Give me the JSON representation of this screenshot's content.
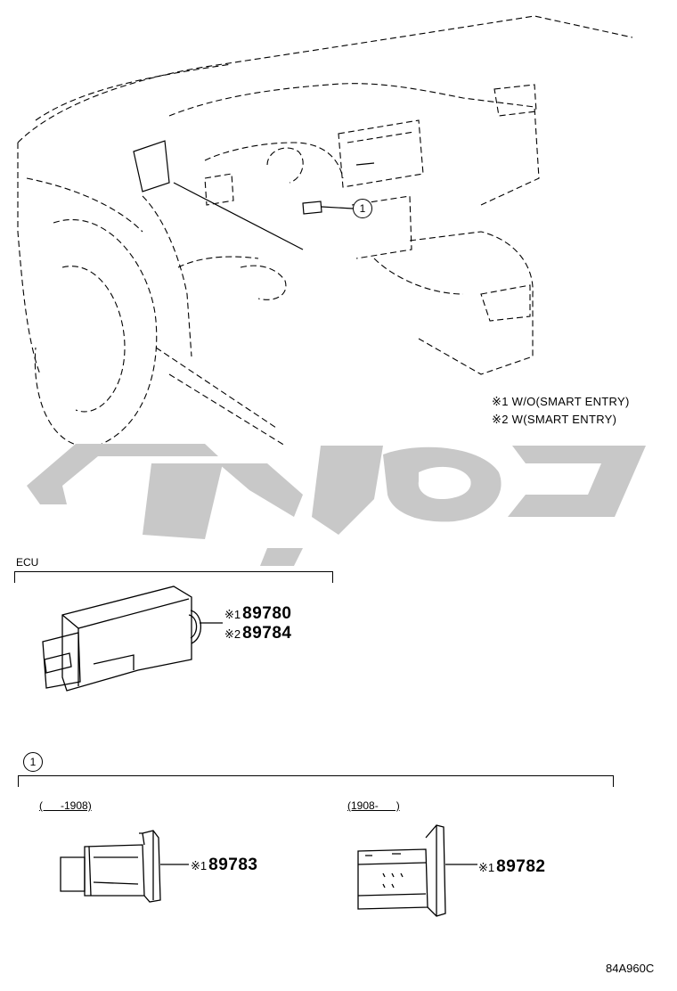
{
  "notes": [
    {
      "mark": "※1",
      "text": "W/O(SMART ENTRY)"
    },
    {
      "mark": "※2",
      "text": "W(SMART ENTRY)"
    }
  ],
  "callout_main": "1",
  "ecu": {
    "title": "ECU",
    "parts": [
      {
        "mark": "※1",
        "number": "89780"
      },
      {
        "mark": "※2",
        "number": "89784"
      }
    ]
  },
  "section1": {
    "callout": "1",
    "left": {
      "range": "(      -1908)",
      "mark": "※1",
      "number": "89783"
    },
    "right": {
      "range": "(1908-      )",
      "mark": "※1",
      "number": "89782"
    }
  },
  "code": "84A960C",
  "watermark_color": "#c8c8c8"
}
